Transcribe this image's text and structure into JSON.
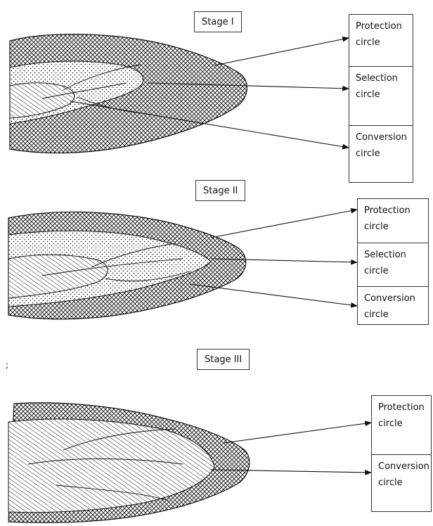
{
  "stages": [
    {
      "label": "Stage I",
      "circles": [
        {
          "line1": "Protection",
          "line2": "circle"
        },
        {
          "line1": "Selection",
          "line2": "circle"
        },
        {
          "line1": "Conversion",
          "line2": "circle"
        }
      ]
    },
    {
      "label": "Stage II",
      "circles": [
        {
          "line1": "Protection",
          "line2": "circle"
        },
        {
          "line1": "Selection",
          "line2": "circle"
        },
        {
          "line1": "Conversion",
          "line2": "circle"
        }
      ]
    },
    {
      "label": "Stage III",
      "circles": [
        {
          "line1": "Protection",
          "line2": "circle"
        },
        {
          "line1": "Conversion",
          "line2": "circle"
        }
      ]
    }
  ],
  "stray_mark": ";",
  "colors": {
    "ink": "#111111",
    "paper": "#ffffff"
  }
}
